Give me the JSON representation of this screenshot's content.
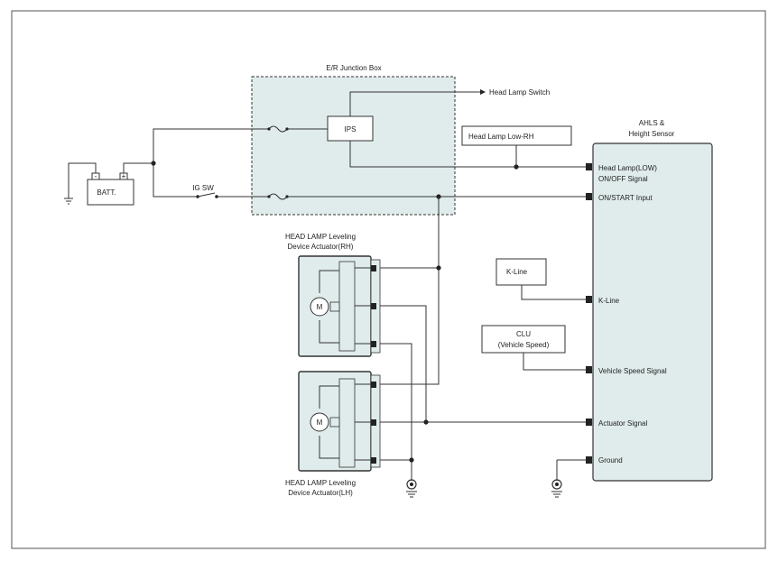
{
  "junction_box": {
    "title": "E/R Junction Box",
    "ips": "IPS"
  },
  "outputs": {
    "head_lamp_switch": "Head Lamp Switch"
  },
  "battery": {
    "label": "BATT."
  },
  "ig_switch": {
    "label": "IG SW"
  },
  "head_lamp_low_rh": {
    "label": "Head Lamp Low-RH"
  },
  "ecu": {
    "title_line1": "AHLS &",
    "title_line2": "Height Sensor",
    "pins": [
      {
        "line1": "Head Lamp(LOW)",
        "line2": "ON/OFF Signal"
      },
      {
        "line1": "ON/START Input"
      },
      {
        "line1": "K-Line"
      },
      {
        "line1": "Vehicle Speed Signal"
      },
      {
        "line1": "Actuator Signal"
      },
      {
        "line1": "Ground"
      }
    ]
  },
  "kline_box": {
    "label": "K-Line"
  },
  "clu_box": {
    "line1": "CLU",
    "line2": "(Vehicle Speed)"
  },
  "actuator_rh": {
    "line1": "HEAD LAMP Leveling",
    "line2": "Device Actuator(RH)",
    "motor": "M"
  },
  "actuator_lh": {
    "line1": "HEAD LAMP Leveling",
    "line2": "Device Actuator(LH)",
    "motor": "M"
  }
}
